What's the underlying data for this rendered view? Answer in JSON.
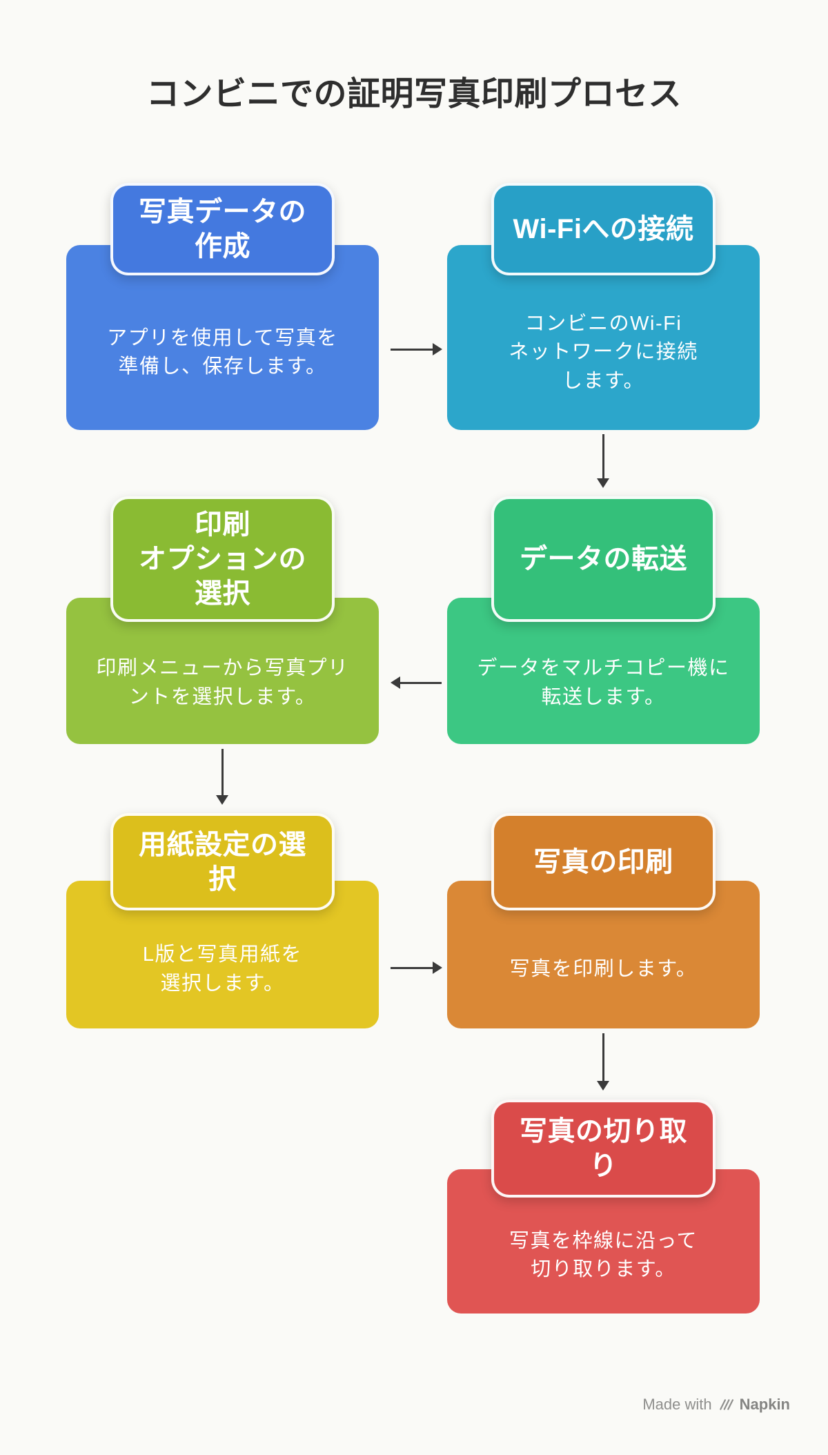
{
  "page": {
    "title": "コンビニでの証明写真印刷プロセス",
    "background_color": "#FAFAF7",
    "title_color": "#2E2E2E",
    "arrow_color": "#3A3A3A"
  },
  "nodes": [
    {
      "id": "photo-data-creation",
      "header_lines": [
        "写真データの",
        "作成"
      ],
      "body_lines": [
        "アプリを使用して写真を",
        "準備し、保存します。"
      ],
      "body_color": "#4B82E2",
      "header_color": "#4479DF"
    },
    {
      "id": "wifi-connection",
      "header_lines": [
        "Wi-Fiへの接続"
      ],
      "body_lines": [
        "コンビニのWi-Fi",
        "ネットワークに接続",
        "します。"
      ],
      "body_color": "#2CA6CB",
      "header_color": "#28A0C7"
    },
    {
      "id": "data-transfer",
      "header_lines": [
        "データの転送"
      ],
      "body_lines": [
        "データをマルチコピー機に",
        "転送します。"
      ],
      "body_color": "#3CC783",
      "header_color": "#34C07A"
    },
    {
      "id": "print-option-selection",
      "header_lines": [
        "印刷",
        "オプションの",
        "選択"
      ],
      "body_lines": [
        "印刷メニューから写真プリ",
        "ントを選択します。"
      ],
      "body_color": "#95C240",
      "header_color": "#8ABB33"
    },
    {
      "id": "paper-setting-selection",
      "header_lines": [
        "用紙設定の選",
        "択"
      ],
      "body_lines": [
        "L版と写真用紙を",
        "選択します。"
      ],
      "body_color": "#E3C624",
      "header_color": "#DCBF1C"
    },
    {
      "id": "photo-printing",
      "header_lines": [
        "写真の印刷"
      ],
      "body_lines": [
        "写真を印刷します。"
      ],
      "body_color": "#DA8836",
      "header_color": "#D4802C"
    },
    {
      "id": "photo-cutting",
      "header_lines": [
        "写真の切り取",
        "り"
      ],
      "body_lines": [
        "写真を枠線に沿って",
        "切り取ります。"
      ],
      "body_color": "#E05553",
      "header_color": "#DA4B4A"
    }
  ],
  "edges": [
    {
      "from": "photo-data-creation",
      "to": "wifi-connection",
      "direction": "right"
    },
    {
      "from": "wifi-connection",
      "to": "data-transfer",
      "direction": "down"
    },
    {
      "from": "data-transfer",
      "to": "print-option-selection",
      "direction": "left"
    },
    {
      "from": "print-option-selection",
      "to": "paper-setting-selection",
      "direction": "down"
    },
    {
      "from": "paper-setting-selection",
      "to": "photo-printing",
      "direction": "right"
    },
    {
      "from": "photo-printing",
      "to": "photo-cutting",
      "direction": "down"
    }
  ],
  "footer": {
    "made_with_label": "Made with",
    "brand": "Napkin"
  }
}
